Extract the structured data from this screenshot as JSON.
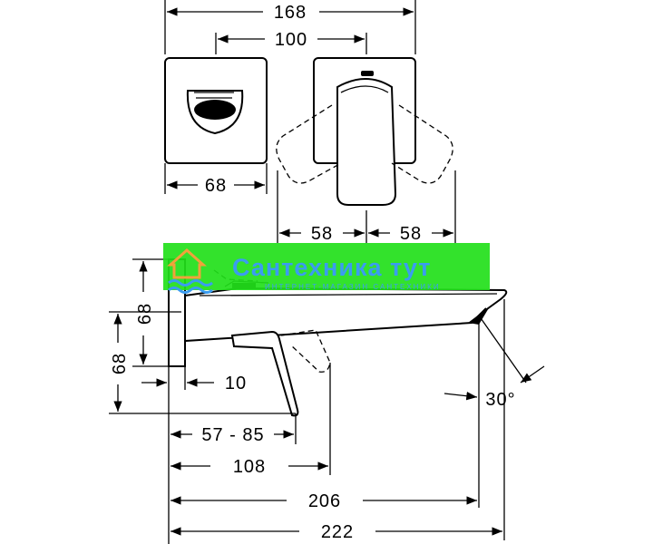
{
  "dimensions": {
    "overall_width_top": "168",
    "spacing_top": "100",
    "plate_width": "68",
    "swing_left": "58",
    "swing_right": "58",
    "plate_height_side": "68",
    "wall_height_side": "68",
    "plate_depth": "10",
    "adjust_range": "57 - 85",
    "body_depth": "108",
    "spout_reach": "206",
    "total_reach": "222",
    "spray_angle": "30°"
  },
  "watermark": {
    "brand": "Сантехника тут",
    "tagline": "ИНТЕРНЕТ-МАГАЗИН САНТЕХНИКИ",
    "colors": {
      "background": "#22e01a",
      "text": "#3b9cf0",
      "house": "#f0a23b"
    }
  }
}
